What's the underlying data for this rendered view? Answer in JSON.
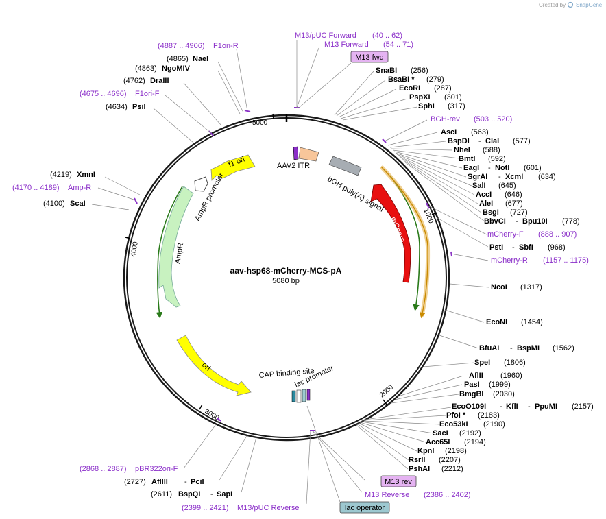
{
  "watermark": {
    "created_by": "Created by",
    "brand": "SnapGene"
  },
  "plasmid": {
    "name": "aav-hsp68-mCherry-MCS-pA",
    "size": "5080 bp"
  },
  "ticks": [
    "1000",
    "2000",
    "3000",
    "4000",
    "5000"
  ],
  "features": {
    "f1_ori": "f1 ori",
    "ampr_promoter": "AmpR promoter",
    "ampr": "AmpR",
    "ori": "ori",
    "aav2_itr": "AAV2 ITR",
    "bgh": "bGH poly(A) signal",
    "mcherry": "mCherry",
    "cap": "CAP binding site",
    "lac_promoter": "lac promoter"
  },
  "boxes": {
    "m13_fwd": "M13 fwd",
    "m13_rev": "M13 rev",
    "lac_operator": "lac operator"
  },
  "primers": {
    "m13puc_fwd": {
      "name": "M13/pUC Forward",
      "range": "(40 .. 62)"
    },
    "m13_fwd": {
      "name": "M13 Forward",
      "range": "(54 .. 71)"
    },
    "f1ori_r": {
      "name": "F1ori-R",
      "range": "(4887 .. 4906)"
    },
    "f1ori_f": {
      "name": "F1ori-F",
      "range": "(4675 .. 4696)"
    },
    "amp_r": {
      "name": "Amp-R",
      "range": "(4170 .. 4189)"
    },
    "bgh_rev": {
      "name": "BGH-rev",
      "range": "(503 .. 520)"
    },
    "mcherry_f": {
      "name": "mCherry-F",
      "range": "(888 .. 907)"
    },
    "mcherry_r": {
      "name": "mCherry-R",
      "range": "(1157 .. 1175)"
    },
    "pbr322": {
      "name": "pBR322ori-F",
      "range": "(2868 .. 2887)"
    },
    "m13puc_rev": {
      "name": "M13/pUC Reverse",
      "range": "(2399 .. 2421)"
    },
    "m13_rev": {
      "name": "M13 Reverse",
      "range": "(2386 .. 2402)"
    }
  },
  "sites_left": {
    "nae": {
      "pos": "(4865)",
      "name": "NaeI"
    },
    "ngo": {
      "pos": "(4863)",
      "name": "NgoMIV"
    },
    "dra": {
      "pos": "(4762)",
      "name": "DraIII"
    },
    "psi": {
      "pos": "(4634)",
      "name": "PsiI"
    },
    "xmn": {
      "pos": "(4219)",
      "name": "XmnI"
    },
    "sca": {
      "pos": "(4100)",
      "name": "ScaI"
    },
    "afl3": {
      "pos": "(2727)",
      "name": "AflIII",
      "name2": "PciI"
    },
    "bspq": {
      "pos": "(2611)",
      "name": "BspQI",
      "name2": "SapI"
    }
  },
  "sites_right": {
    "snab": {
      "name": "SnaBI",
      "pos": "(256)"
    },
    "bsab": {
      "name": "BsaBI *",
      "pos": "(279)"
    },
    "ecor": {
      "name": "EcoRI",
      "pos": "(287)"
    },
    "pspx": {
      "name": "PspXI",
      "pos": "(301)"
    },
    "sph": {
      "name": "SphI",
      "pos": "(317)"
    },
    "asc": {
      "name": "AscI",
      "pos": "(563)"
    },
    "bspd": {
      "name": "BspDI",
      "name2": "ClaI",
      "pos": "(577)"
    },
    "nhe": {
      "name": "NheI",
      "pos": "(588)"
    },
    "bmt": {
      "name": "BmtI",
      "pos": "(592)"
    },
    "eag": {
      "name": "EagI",
      "name2": "NotI",
      "pos": "(601)"
    },
    "sgra": {
      "name": "SgrAI",
      "name2": "XcmI",
      "pos": "(634)"
    },
    "sal": {
      "name": "SalI",
      "pos": "(645)"
    },
    "acc": {
      "name": "AccI",
      "pos": "(646)"
    },
    "ale": {
      "name": "AleI",
      "pos": "(677)"
    },
    "bsg": {
      "name": "BsgI",
      "pos": "(727)"
    },
    "bbvc": {
      "name": "BbvCI",
      "name2": "Bpu10I",
      "pos": "(778)"
    },
    "pst": {
      "name": "PstI",
      "name2": "SbfI",
      "pos": "(968)"
    },
    "nco": {
      "name": "NcoI",
      "pos": "(1317)"
    },
    "econ": {
      "name": "EcoNI",
      "pos": "(1454)"
    },
    "bfua": {
      "name": "BfuAI",
      "name2": "BspMI",
      "pos": "(1562)"
    },
    "spe": {
      "name": "SpeI",
      "pos": "(1806)"
    },
    "afl2": {
      "name": "AflII",
      "pos": "(1960)"
    },
    "pas": {
      "name": "PasI",
      "pos": "(1999)"
    },
    "bmgb": {
      "name": "BmgBI",
      "pos": "(2030)"
    },
    "ecoo": {
      "name": "EcoO109I",
      "name2": "KflI",
      "name3": "PpuMI",
      "pos": "(2157)"
    },
    "pfo": {
      "name": "PfoI *",
      "pos": "(2183)"
    },
    "eco53": {
      "name": "Eco53kI",
      "pos": "(2190)"
    },
    "sac": {
      "name": "SacI",
      "pos": "(2192)"
    },
    "acc65": {
      "name": "Acc65I",
      "pos": "(2194)"
    },
    "kpn": {
      "name": "KpnI",
      "pos": "(2198)"
    },
    "rsr": {
      "name": "RsrII",
      "pos": "(2207)"
    },
    "psha": {
      "name": "PshAI",
      "pos": "(2212)"
    }
  },
  "colors": {
    "backbone": "#1a1a1a",
    "primer": "#8b2fc9",
    "yellow": "#ffff00",
    "mcherry": "#e81010",
    "ampr": "#c8f2c0",
    "itr": "#f8c69a",
    "bgh": "#a7adb3",
    "m13_box": "#e5b3f2",
    "lac_box": "#9dc8d0"
  }
}
